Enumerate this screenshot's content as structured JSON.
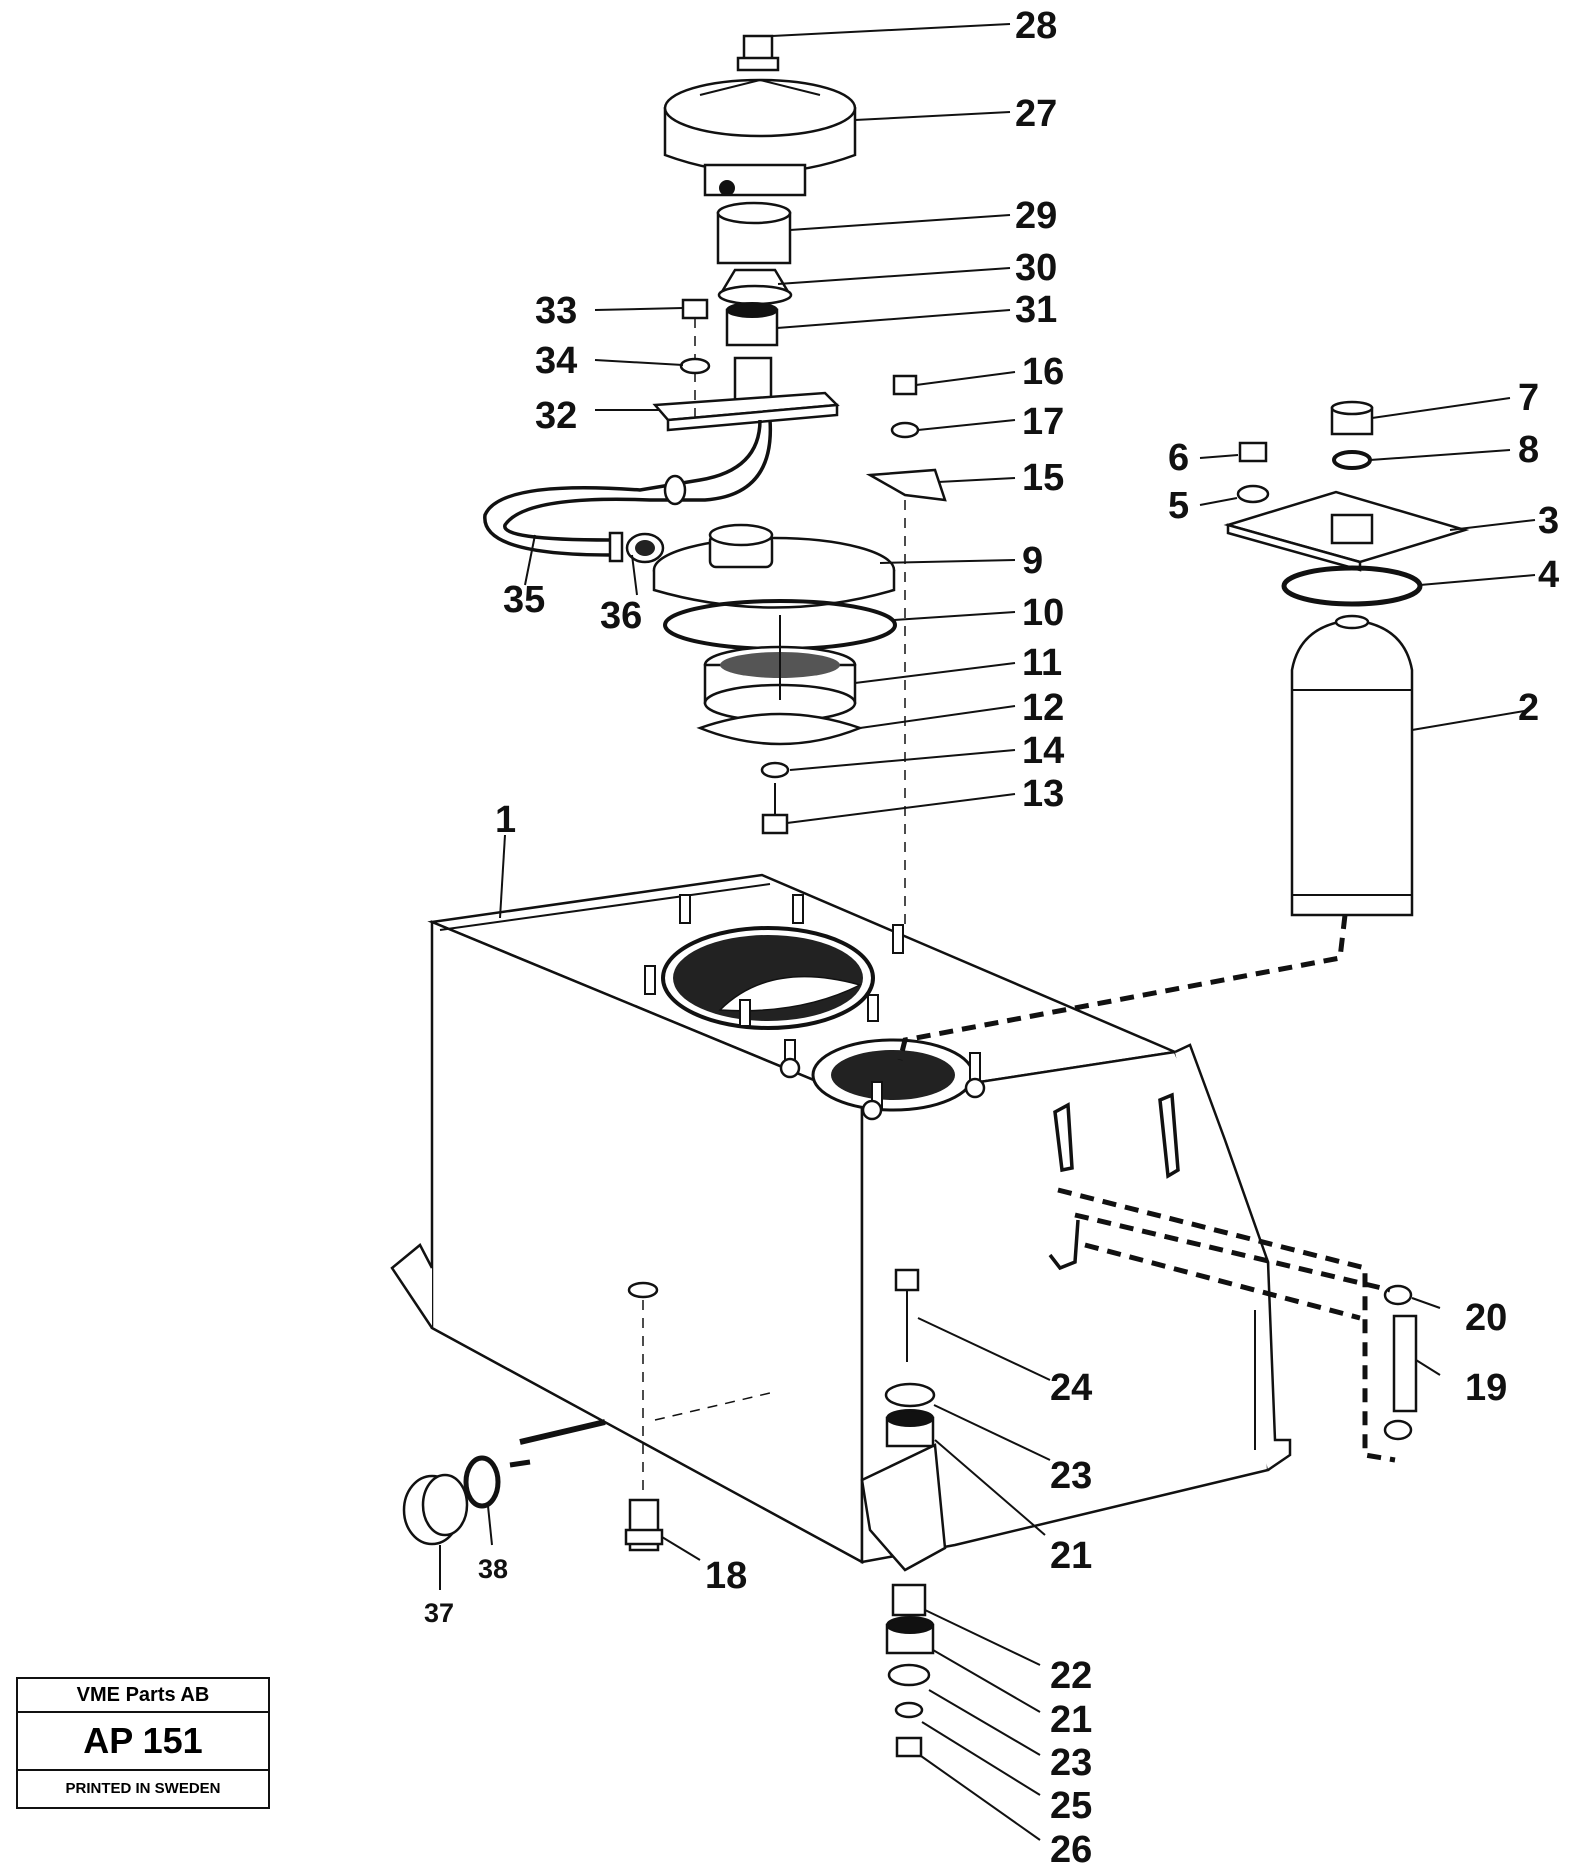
{
  "callouts": {
    "c1": "1",
    "c2": "2",
    "c3": "3",
    "c4": "4",
    "c5": "5",
    "c6": "6",
    "c7": "7",
    "c8": "8",
    "c9": "9",
    "c10": "10",
    "c11": "11",
    "c12": "12",
    "c13": "13",
    "c14": "14",
    "c15": "15",
    "c16": "16",
    "c17": "17",
    "c18": "18",
    "c19": "19",
    "c20": "20",
    "c21a": "21",
    "c21b": "21",
    "c22": "22",
    "c23a": "23",
    "c23b": "23",
    "c24": "24",
    "c25": "25",
    "c26": "26",
    "c27": "27",
    "c28": "28",
    "c29": "29",
    "c30": "30",
    "c31": "31",
    "c32": "32",
    "c33": "33",
    "c34": "34",
    "c35": "35",
    "c36": "36",
    "c37": "37",
    "c38": "38"
  },
  "stamp": {
    "company": "VME Parts AB",
    "code": "AP 151",
    "printed": "PRINTED IN SWEDEN"
  }
}
